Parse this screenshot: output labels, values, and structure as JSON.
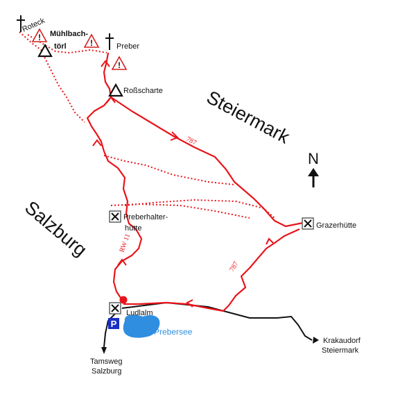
{
  "regions": {
    "steiermark": "Steiermark",
    "salzburg": "Salzburg"
  },
  "peaks": {
    "roteck": "Roteck",
    "preber": "Preber"
  },
  "passes": {
    "muehlbachtoerl_line1": "Mühlbach-",
    "muehlbachtoerl_line2": "törl",
    "rossscharte": "Roßscharte"
  },
  "huts": {
    "preberhalterhuette_line1": "Preberhalter-",
    "preberhalterhuette_line2": "hütte",
    "grazerhuette": "Grazerhütte",
    "ludlalm": "Ludlalm"
  },
  "lake": {
    "name": "Prebersee"
  },
  "parking": {
    "symbol": "P"
  },
  "destinations": {
    "tamsweg_line1": "Tamsweg",
    "tamsweg_line2": "Salzburg",
    "krakaudorf_line1": "Krakaudorf",
    "krakaudorf_line2": "Steiermark"
  },
  "trail_numbers": {
    "upper": "787",
    "lower": "787",
    "rw": "RW 11"
  },
  "north": {
    "label": "N"
  },
  "colors": {
    "trail": "#e8141a",
    "road": "#111111",
    "lake": "#2f8ee0",
    "parking": "#1a2fc4",
    "warning": "#d42020"
  }
}
